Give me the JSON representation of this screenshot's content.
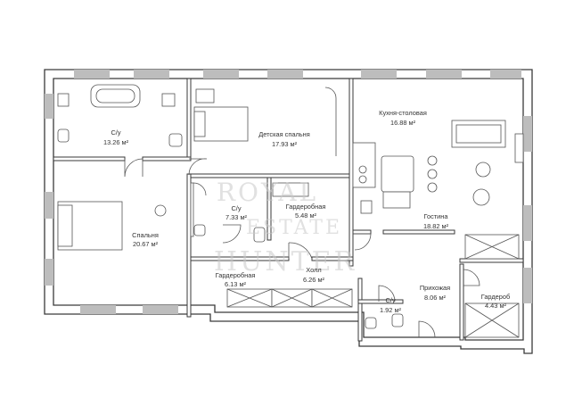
{
  "rooms": {
    "bath1": {
      "name": "С/у",
      "area": "13.26 м²"
    },
    "kids": {
      "name": "Детская спальня",
      "area": "17.93 м²"
    },
    "kitchen": {
      "name": "Кухня-столовая",
      "area": "16.88 м²"
    },
    "bath2": {
      "name": "С/у",
      "area": "7.33 м²"
    },
    "wardrobe1": {
      "name": "Гардеробная",
      "area": "5.48 м²"
    },
    "bedroom": {
      "name": "Спальня",
      "area": "20.67 м²"
    },
    "living": {
      "name": "Гостина",
      "area": "18.82 м²"
    },
    "wardrobe2": {
      "name": "Гардеробная",
      "area": "6.13 м²"
    },
    "hall": {
      "name": "Холл",
      "area": "6.26 м²"
    },
    "entry": {
      "name": "Прихожая",
      "area": "8.06 м²"
    },
    "bath3": {
      "name": "С/у",
      "area": "1.92 м²"
    },
    "wardrobe3": {
      "name": "Гардероб",
      "area": "4.43 м²"
    }
  },
  "watermark": {
    "line1": "ROYAL",
    "line2": "ESTATE",
    "line3": "HUNTER"
  },
  "colors": {
    "wall": "#3a3a3a",
    "wall_fill": "#ffffff",
    "window": "#bdbdbd",
    "furniture": "#555555"
  }
}
